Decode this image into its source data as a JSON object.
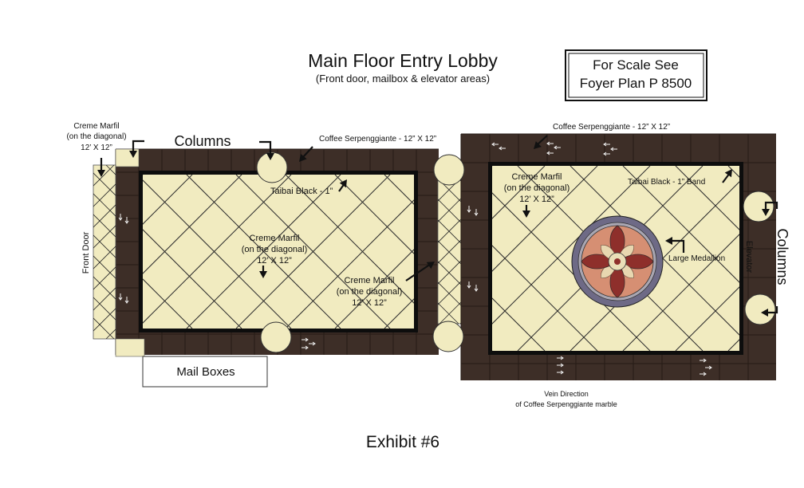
{
  "title": "Main Floor Entry Lobby",
  "subtitle": "(Front door, mailbox & elevator areas)",
  "scale_note": {
    "line1": "For Scale See",
    "line2": "Foyer Plan P 8500"
  },
  "exhibit": "Exhibit #6",
  "colors": {
    "serpeggiante": "#3d2e27",
    "grout": "#251b16",
    "creme": "#f1ebc0",
    "band": "#0d0d0d",
    "medallion_ring": "#6e6a86",
    "medallion_inner": "#d68f73",
    "medallion_petal": "#8e2f2b"
  },
  "left_room": {
    "columns_label": "Columns",
    "coffee_label": "Coffee Serpenggiante - 12” X 12”",
    "band_label": "Taibai Black - 1”",
    "creme_center": [
      "Creme Marfil",
      "(on the diagonal)",
      "12’ X 12”"
    ],
    "creme_door": [
      "Creme Marfil",
      "(on the diagonal)",
      "12’ X 12”"
    ],
    "front_door": "Front Door",
    "mail_boxes": "Mail Boxes"
  },
  "connector": {
    "creme_label": [
      "Creme Marfil",
      "(on the diagonal)",
      "12’ X 12”"
    ]
  },
  "right_room": {
    "coffee_label": "Coffee Serpenggiante - 12” X 12”",
    "creme_label": [
      "Creme Marfil",
      "(on the diagonal)",
      "12’ X 12”"
    ],
    "band_label": "Taibai Black - 1” Band",
    "medallion_label": "Large Medallion",
    "elevator": "Elevator",
    "columns_label": "Columns",
    "vein_label": [
      "Vein Direction",
      "of Coffee Serpenggiante marble"
    ]
  }
}
